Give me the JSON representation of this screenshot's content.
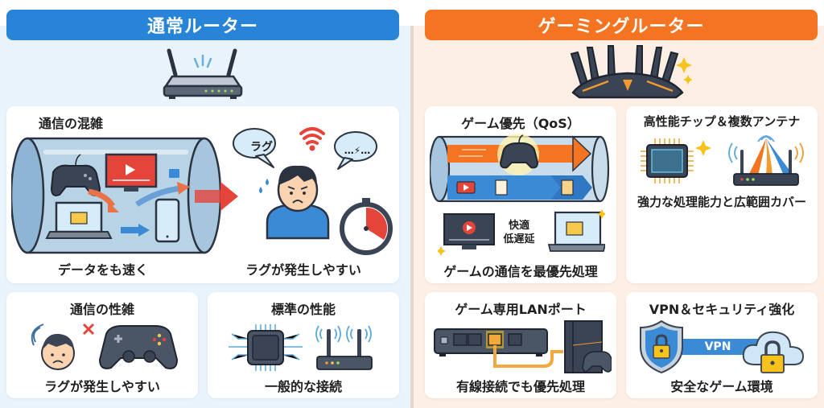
{
  "colors": {
    "normal_accent": "#2784d6",
    "gaming_accent": "#f47421",
    "normal_bg": "#e8f3fc",
    "gaming_bg": "#fdefe4",
    "card_bg": "#ffffff",
    "warning_red": "#e5443a",
    "spark_yellow": "#f7c21b"
  },
  "normal": {
    "header": "通常ルーター",
    "hero_icon": "router-icon",
    "cards": [
      {
        "title": "通信の混雑",
        "caption_left": "データをも速く",
        "caption_right": "ラグが発生しやすい",
        "bubble_left": "ラグ",
        "bubble_right": "…⚡…",
        "icons": [
          "pipe-icon",
          "gamepad-icon",
          "tv-video-icon",
          "laptop-folder-icon",
          "smartphone-icon",
          "folder-icon",
          "arrow-icon",
          "frustrated-user-icon",
          "weak-wifi-icon",
          "stopwatch-icon",
          "sweat-drop-icon"
        ]
      },
      {
        "title": "通信の性雑",
        "caption": "ラグが発生しやすい",
        "icons": [
          "worried-face-icon",
          "x-mark-icon",
          "signal-wave-icon",
          "gamepad-icon"
        ]
      },
      {
        "title": "標準の性能",
        "caption": "一般的な接続",
        "icons": [
          "chip-icon",
          "router-icon"
        ]
      }
    ]
  },
  "gaming": {
    "header": "ゲーミングルーター",
    "hero_icon": "gaming-router-icon",
    "cards": [
      {
        "title": "ゲーム優先（QoS）",
        "label": [
          "快適",
          "低遅延"
        ],
        "caption": "ゲームの通信を最優先処理",
        "icons": [
          "pipe-icon",
          "priority-arrow-icon",
          "gamepad-icon",
          "video-icon",
          "document-icon",
          "tv-icon",
          "laptop-icon",
          "sparkle-icon"
        ]
      },
      {
        "title": "高性能チップ＆複数アンテナ",
        "caption": "強力な処理能力と広範囲カバー",
        "icons": [
          "chip-icon",
          "sparkle-icon",
          "router-antenna-icon",
          "signal-wave-icon"
        ]
      },
      {
        "title": "ゲーム専用LANポート",
        "caption": "有線接続でも優先処理",
        "icons": [
          "lan-switch-icon",
          "ethernet-cable-icon",
          "console-icon",
          "gamepad-icon"
        ]
      },
      {
        "title": "VPN＆セキュリティ強化",
        "vpn_label": "VPN",
        "caption": "安全なゲーム環境",
        "icons": [
          "shield-lock-icon",
          "cloud-lock-icon"
        ]
      }
    ]
  }
}
